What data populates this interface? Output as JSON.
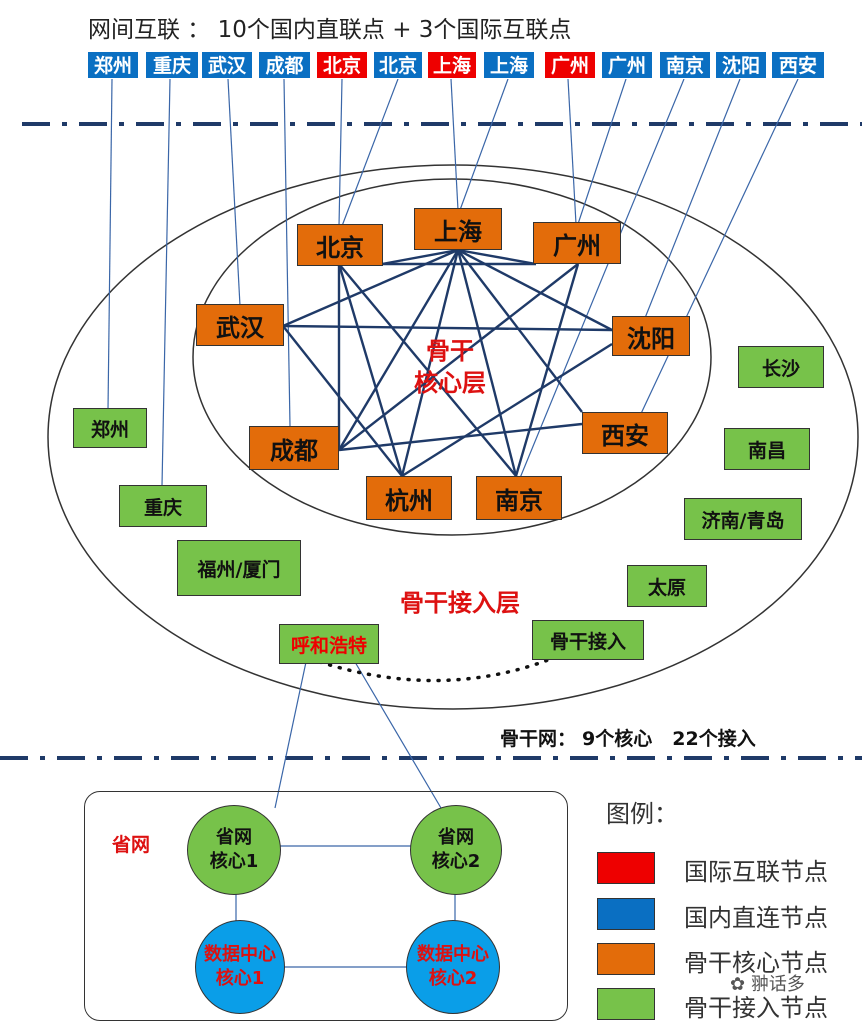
{
  "header": {
    "title": "网间互联 ： 10个国内直联点 + 3个国际互联点"
  },
  "interconnect_tags": [
    {
      "label": "郑州",
      "type": "domestic"
    },
    {
      "label": "重庆",
      "type": "domestic"
    },
    {
      "label": "武汉",
      "type": "domestic"
    },
    {
      "label": "成都",
      "type": "domestic"
    },
    {
      "label": "北京",
      "type": "international"
    },
    {
      "label": "北京",
      "type": "domestic"
    },
    {
      "label": "上海",
      "type": "international"
    },
    {
      "label": "上海",
      "type": "domestic"
    },
    {
      "label": "广州",
      "type": "international"
    },
    {
      "label": "广州",
      "type": "domestic"
    },
    {
      "label": "南京",
      "type": "domestic"
    },
    {
      "label": "沈阳",
      "type": "domestic"
    },
    {
      "label": "西安",
      "type": "domestic"
    }
  ],
  "core_layer": {
    "label": "骨干\n核心层",
    "nodes": [
      "北京",
      "上海",
      "广州",
      "武汉",
      "沈阳",
      "成都",
      "西安",
      "杭州",
      "南京"
    ]
  },
  "access_layer": {
    "label": "骨干接入层",
    "nodes": [
      "郑州",
      "重庆",
      "福州/厦门",
      "长沙",
      "南昌",
      "济南/青岛",
      "太原",
      "骨干接入",
      "呼和浩特"
    ]
  },
  "backbone_stats": {
    "prefix": "骨干网：",
    "core": "9个核心",
    "access": "22个接入"
  },
  "province_net": {
    "label": "省网",
    "core1": "省网\n核心1",
    "core2": "省网\n核心2",
    "dc1": "数据中心\n核心1",
    "dc2": "数据中心\n核心2"
  },
  "legend": {
    "title": "图例：",
    "items": [
      {
        "label": "国际互联节点",
        "color": "#ee0000"
      },
      {
        "label": "国内直连节点",
        "color": "#0a6fc2"
      },
      {
        "label": "骨干核心节点",
        "color": "#e36c0a"
      },
      {
        "label": "骨干接入节点",
        "color": "#77c24a"
      }
    ]
  },
  "watermark": "翀话多",
  "colors": {
    "international": "#ee0000",
    "domestic": "#0a6fc2",
    "core": "#e36c0a",
    "access": "#77c24a",
    "mesh_line": "#1f3a68",
    "divider": "#1f3a68"
  }
}
